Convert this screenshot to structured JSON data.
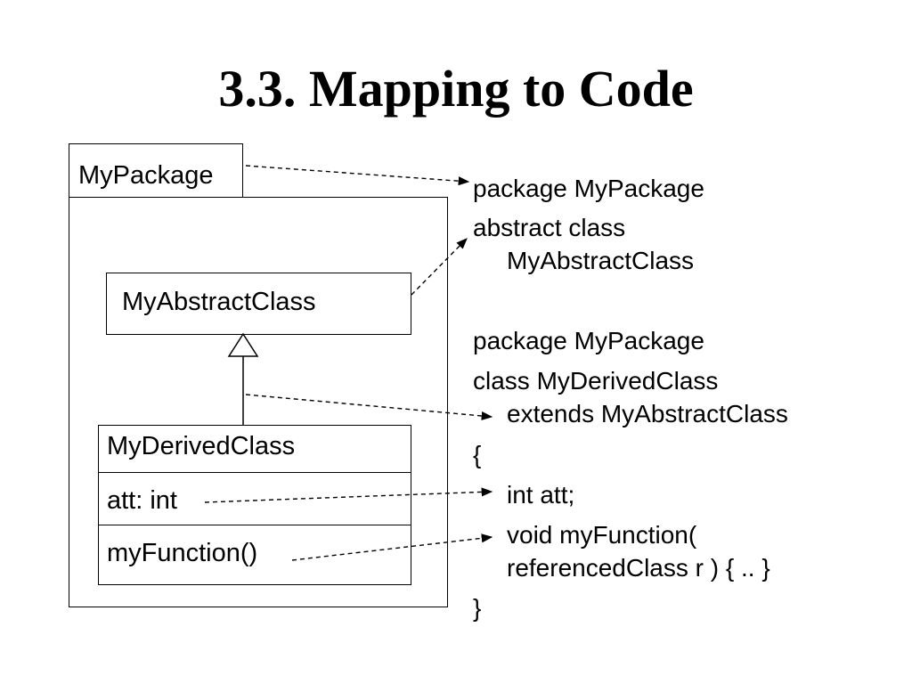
{
  "title": "3.3. Mapping to Code",
  "uml": {
    "package_name": "MyPackage",
    "abstract_class_name": "MyAbstractClass",
    "derived_class_name": "MyDerivedClass",
    "attribute": "att: int",
    "operation": "myFunction()"
  },
  "code_lines": [
    "package MyPackage",
    "abstract class",
    "MyAbstractClass",
    "package MyPackage",
    "class MyDerivedClass",
    "extends MyAbstractClass",
    "{",
    "int att;",
    "void myFunction(",
    "referencedClass r ) { .. }",
    "}"
  ]
}
